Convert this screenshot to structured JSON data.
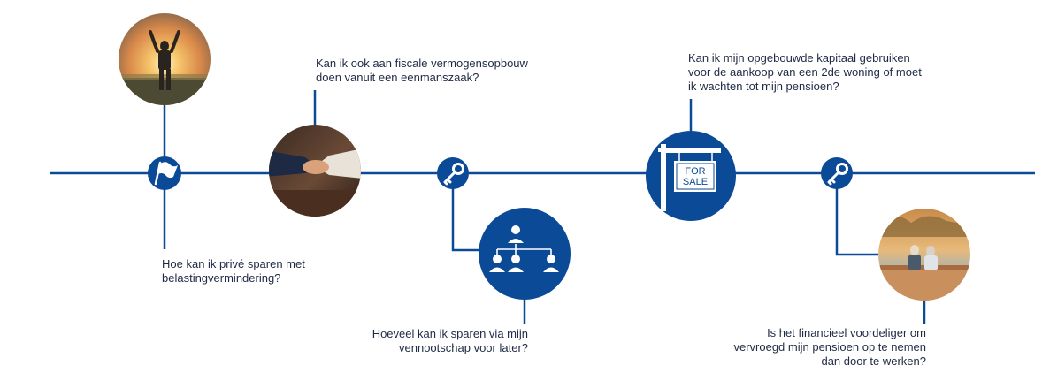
{
  "colors": {
    "primary": "#0a4a96",
    "text": "#1f2a44",
    "line": "#0a4a96"
  },
  "timeline": {
    "milestones": [
      {
        "name": "prive-sparen",
        "icon": "flag-icon",
        "photo": "person-arms-raised-sunset",
        "question_lines": [
          "Hoe kan ik privé sparen met",
          "belastingvermindering?"
        ]
      },
      {
        "name": "eenmanszaak",
        "icon": "handshake-photo",
        "question_lines": [
          "Kan ik ook aan fiscale vermogensopbouw",
          "doen vanuit een eenmanszaak?"
        ]
      },
      {
        "name": "vennootschap",
        "icon": "key-icon",
        "photo": "org-chart-icon",
        "question_lines": [
          "Hoeveel kan ik sparen via mijn",
          "vennootschap voor later?"
        ]
      },
      {
        "name": "tweede-woning",
        "icon": "for-sale-sign-icon",
        "sign_text": [
          "FOR",
          "SALE"
        ],
        "question_lines": [
          "Kan ik mijn opgebouwde kapitaal gebruiken",
          "voor de aankoop van een 2de woning of moet",
          "ik wachten tot mijn pensioen?"
        ]
      },
      {
        "name": "vervroegd-pensioen",
        "icon": "key-icon",
        "photo": "elderly-couple-lake",
        "question_lines": [
          "Is het financieel voordeliger om",
          "vervroegd mijn pensioen op te nemen",
          "dan door te werken?"
        ]
      }
    ]
  }
}
